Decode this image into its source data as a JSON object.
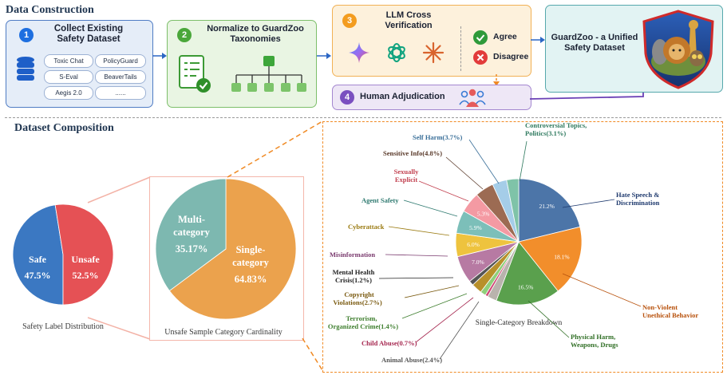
{
  "top": {
    "section_title": "Data Construction",
    "step1": {
      "number": "1",
      "title": "Collect Existing Safety Dataset",
      "datasets": [
        "Toxic Chat",
        "PolicyGuard",
        "S-Eval",
        "BeaverTails",
        "Aegis 2.0",
        "......"
      ]
    },
    "step2": {
      "number": "2",
      "title": "Normalize to GuardZoo Taxonomies"
    },
    "step3": {
      "number": "3",
      "title": "LLM Cross Verification",
      "agree": "Agree",
      "disagree": "Disagree"
    },
    "step4": {
      "number": "4",
      "title": "Human Adjudication"
    },
    "result": {
      "title": "GuardZoo - a Unified Safety Dataset"
    }
  },
  "bottom": {
    "section_title": "Dataset Composition"
  },
  "chart_data": [
    {
      "type": "pie",
      "caption": "Safety Label Distribution",
      "slices": [
        {
          "label": "Safe",
          "value": 47.5,
          "value_label": "47.5%",
          "color": "#3b78c2"
        },
        {
          "label": "Unsafe",
          "value": 52.5,
          "value_label": "52.5%",
          "color": "#e55155"
        }
      ]
    },
    {
      "type": "pie",
      "caption": "Unsafe Sample Category Cardinality",
      "slices": [
        {
          "label": "Single-category",
          "value": 64.83,
          "value_label": "64.83%",
          "color": "#eba24d"
        },
        {
          "label": "Multi-category",
          "value": 35.17,
          "value_label": "35.17%",
          "color": "#7db8b0"
        }
      ]
    },
    {
      "type": "pie",
      "caption": "Single-Category Breakdown",
      "slices": [
        {
          "label": "Hate Speech & Discrimination",
          "value": 21.2,
          "inner": "21.2%",
          "color": "#4c75a8",
          "text_color": "#1f3a6e"
        },
        {
          "label": "Non-Violent Unethical Behavior",
          "value": 18.1,
          "inner": "18.1%",
          "color": "#f28e2b",
          "text_color": "#b8520d"
        },
        {
          "label": "Physical Harm, Weapons, Drugs",
          "value": 16.5,
          "inner": "16.5%",
          "color": "#5aa04d",
          "text_color": "#2f6e24"
        },
        {
          "label": "Animal Abuse(2.4%)",
          "value": 2.4,
          "inner": "",
          "color": "#b9b3ad",
          "text_color": "#555555"
        },
        {
          "label": "Child Abuse(0.7%)",
          "value": 0.7,
          "inner": "",
          "color": "#d04a78",
          "text_color": "#a62850"
        },
        {
          "label": "Terrorism, Organized Crime(1.4%)",
          "value": 1.4,
          "inner": "",
          "color": "#8fcf7a",
          "text_color": "#3f7f2f"
        },
        {
          "label": "Copyright Violations(2.7%)",
          "value": 2.7,
          "inner": "",
          "color": "#b8902a",
          "text_color": "#7a5a10"
        },
        {
          "label": "Mental Health Crisis(1.2%)",
          "value": 1.2,
          "inner": "",
          "color": "#555555",
          "text_color": "#222222"
        },
        {
          "label": "Misinformation",
          "value": 7.0,
          "inner": "7.0%",
          "color": "#b77aa3",
          "text_color": "#7a3a6e"
        },
        {
          "label": "Cyberattack",
          "value": 6.0,
          "inner": "6.0%",
          "color": "#eec33e",
          "text_color": "#9a7a10"
        },
        {
          "label": "Agent Safety",
          "value": 5.9,
          "inner": "5.9%",
          "color": "#7cbfb9",
          "text_color": "#2f7a70"
        },
        {
          "label": "Sexually Explicit",
          "value": 5.3,
          "inner": "5.3%",
          "color": "#f49aa3",
          "text_color": "#c2404f"
        },
        {
          "label": "Sensitive Info(4.8%)",
          "value": 4.8,
          "inner": "",
          "color": "#9c6b53",
          "text_color": "#5a3a2a"
        },
        {
          "label": "Self Harm(3.7%)",
          "value": 3.7,
          "inner": "",
          "color": "#a5cde8",
          "text_color": "#3a6f99"
        },
        {
          "label": "Controversial Topics, Politics(3.1%)",
          "value": 3.1,
          "inner": "",
          "color": "#7fc3a8",
          "text_color": "#2f7a5f"
        }
      ]
    }
  ]
}
